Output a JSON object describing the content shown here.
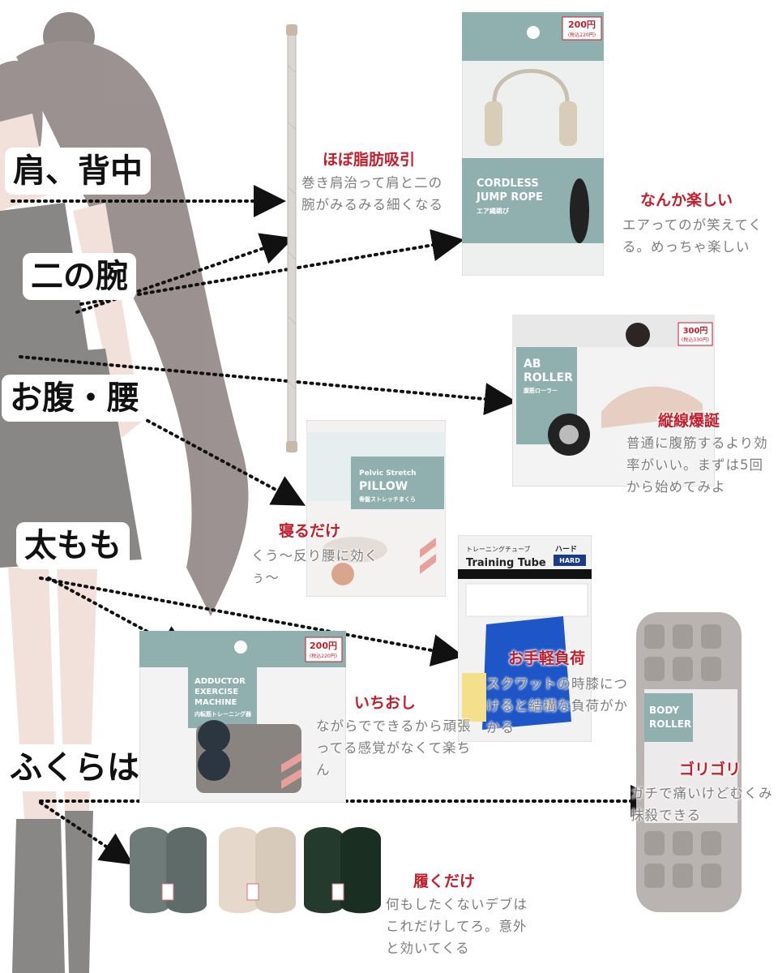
{
  "labels": {
    "shoulder": "肩、背中",
    "arm": "二の腕",
    "belly": "お腹・腰",
    "thigh": "太もも",
    "calf": "ふくらはぎ"
  },
  "products": {
    "stretch_pole": {
      "title": "ほぼ脂肪吸引",
      "desc": "巻き肩治って肩と二の腕がみるみる細くなる"
    },
    "jump_rope": {
      "title": "なんか楽しい",
      "desc": "エアってのが笑えてくる。めっちゃ楽しい",
      "package_title_1": "CORDLESS",
      "package_title_2": "JUMP ROPE",
      "package_sub": "エア縄跳び",
      "price": "200円",
      "price_tax": "(税込220円)"
    },
    "ab_roller": {
      "title": "縦線爆誕",
      "desc": "普通に腹筋するより効率がいい。まずは5回から始めてみよ",
      "package_title_1": "AB",
      "package_title_2": "ROLLER",
      "package_sub": "腹筋ローラー",
      "price": "300円",
      "price_tax": "(税込330円)"
    },
    "pelvic_pillow": {
      "title": "寝るだけ",
      "desc": "くう〜反り腰に効くぅ〜",
      "package_title_1": "Pelvic Stretch",
      "package_title_2": "PILLOW",
      "package_sub": "骨盤ストレッチまくら"
    },
    "training_tube": {
      "title": "お手軽負荷",
      "desc": "スクワットの時膝につけると結構な負荷がかかる",
      "package_title": "Training Tube",
      "package_sub": "トレーニングチューブ",
      "hardness": "ハード",
      "hardness_en": "HARD"
    },
    "adductor": {
      "title": "いちおし",
      "desc": "ながらでできるから頑張ってる感覚がなくて楽ちん",
      "package_title_1": "ADDUCTOR",
      "package_title_2": "EXERCISE",
      "package_title_3": "MACHINE",
      "package_sub": "内転筋トレーニング器",
      "price": "200円",
      "price_tax": "(税込220円)"
    },
    "body_roller": {
      "title": "ゴリゴリ",
      "desc": "ガチで痛いけどむくみ抹殺できる",
      "package_title_1": "BODY",
      "package_title_2": "ROLLER"
    },
    "slippers": {
      "title": "履くだけ",
      "desc": "何もしたくないデブはこれだけしてろ。意外と効いてくる"
    }
  },
  "colors": {
    "accent_red": "#c41e2c",
    "package_teal": "#8fb0ae",
    "text_gray": "#7c7c7c"
  }
}
